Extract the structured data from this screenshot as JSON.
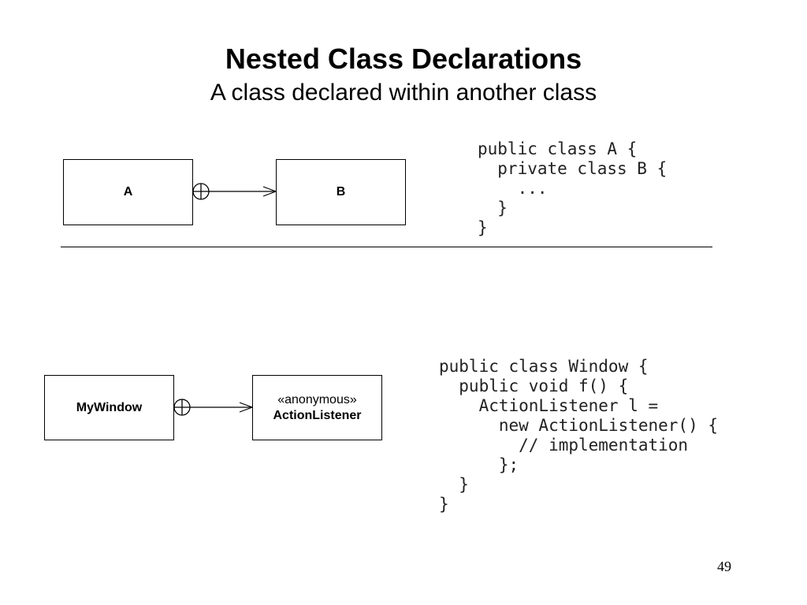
{
  "slide": {
    "title": "Nested Class Declarations",
    "subtitle": "A class declared within another class",
    "page_number": "49"
  },
  "diagram1": {
    "outer_class": "A",
    "inner_class": "B",
    "code": "public class A {\n  private class B {\n    ...\n  }\n}"
  },
  "diagram2": {
    "outer_class": "MyWindow",
    "inner_stereotype": "«anonymous»",
    "inner_class": "ActionListener",
    "code": "public class Window {\n  public void f() {\n    ActionListener l =\n      new ActionListener() {\n        // implementation\n      };\n  }\n}"
  }
}
